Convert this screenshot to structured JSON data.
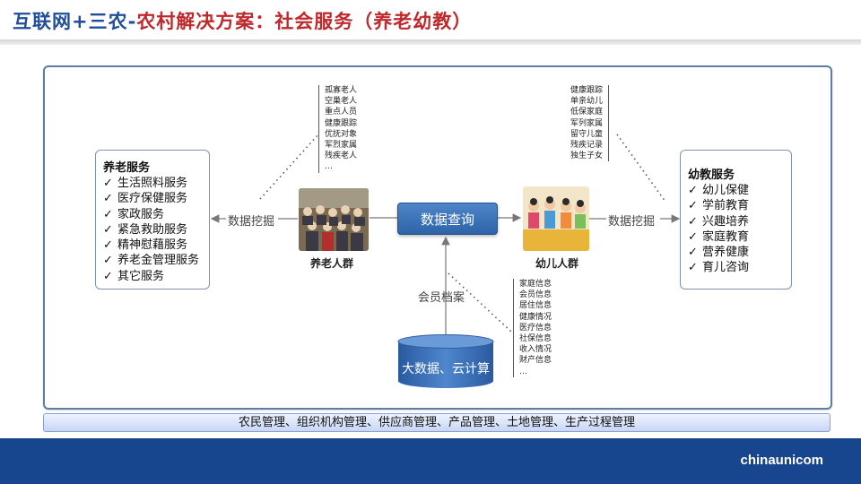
{
  "title": {
    "part1": "互联网+三农-",
    "part2": "农村解决方案：社会服务（养老幼教）"
  },
  "elderly_services": {
    "heading": "养老服务",
    "items": [
      "生活照料服务",
      "医疗保健服务",
      "家政服务",
      "紧急救助服务",
      "精神慰藉服务",
      "养老金管理服务",
      "其它服务"
    ]
  },
  "child_services": {
    "heading": "幼教服务",
    "items": [
      "幼儿保健",
      "学前教育",
      "兴趣培养",
      "家庭教育",
      "营养健康",
      "育儿咨询"
    ]
  },
  "elderly_groups": {
    "items": [
      "孤寡老人",
      "空巢老人",
      "重点人员",
      "健康跟踪",
      "优抚对象",
      "军烈家属",
      "残疾老人",
      "…"
    ]
  },
  "child_groups": {
    "items": [
      "健康跟踪",
      "单亲幼儿",
      "低保家庭",
      "军列家属",
      "留守儿童",
      "残疾记录",
      "独生子女"
    ]
  },
  "member_records": {
    "items": [
      "家庭信息",
      "会员信息",
      "居住信息",
      "健康情况",
      "医疗信息",
      "社保信息",
      "收入情况",
      "财产信息",
      "…"
    ]
  },
  "labels": {
    "data_mining_left": "数据挖掘",
    "data_mining_right": "数据挖掘",
    "data_query": "数据查询",
    "elderly_group": "养老人群",
    "child_group": "幼儿人群",
    "member_archive": "会员档案",
    "big_data": "大数据、云计算"
  },
  "bottom_bar": "农民管理、组织机构管理、供应商管理、产品管理、土地管理、生产过程管理",
  "footer_brand": "chinaunicom",
  "colors": {
    "title_blue": "#1f4e9a",
    "title_red": "#c0282c",
    "footer": "#17458e",
    "button": "#3a70b6"
  }
}
